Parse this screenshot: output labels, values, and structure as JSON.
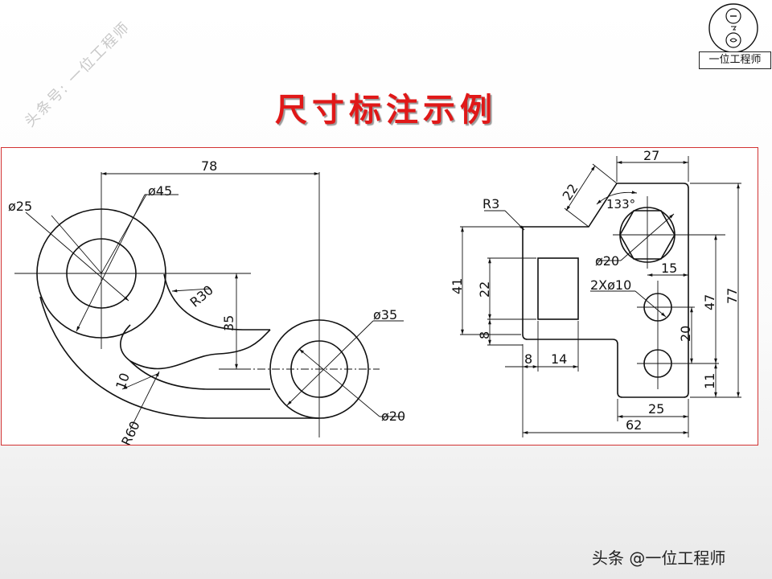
{
  "watermark": "头条号: 一位工程师",
  "logo": {
    "label": "一位工程师"
  },
  "title": "尺寸标注示例",
  "left_drawing": {
    "dims": {
      "d78": "78",
      "d45": "ø45",
      "d25": "ø25",
      "r30": "R30",
      "d35v": "35",
      "d35": "ø35",
      "d20": "ø20",
      "d10": "10",
      "r60": "R60"
    }
  },
  "right_drawing": {
    "dims": {
      "d27": "27",
      "d22a": "22",
      "a133": "133°",
      "r3": "R3",
      "d41": "41",
      "d22b": "22",
      "d8v": "8",
      "d20hex": "ø20",
      "d15": "15",
      "holes": "2Xø10",
      "d47": "47",
      "d77": "77",
      "d20v": "20",
      "d11": "11",
      "d8h": "8",
      "d14": "14",
      "d25": "25",
      "d62": "62"
    }
  },
  "credit": "头条 @一位工程师",
  "colors": {
    "title": "#e01818",
    "frame": "#d23232",
    "line": "#111111"
  }
}
